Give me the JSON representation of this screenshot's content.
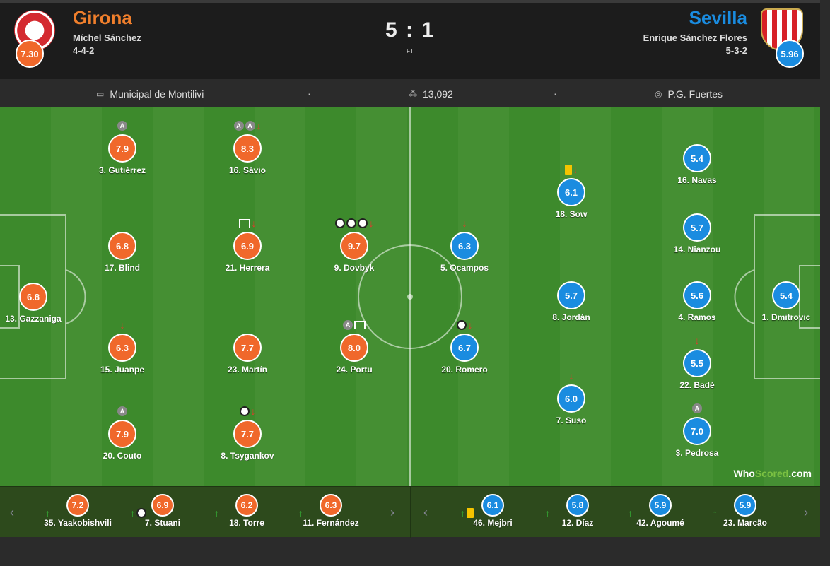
{
  "match": {
    "home": {
      "name": "Girona",
      "coach": "Míchel Sánchez",
      "formation": "4-4-2",
      "rating": "7.30",
      "color": "#f0682b"
    },
    "away": {
      "name": "Sevilla",
      "coach": "Enrique Sánchez Flores",
      "formation": "5-3-2",
      "rating": "5.96",
      "color": "#1a8ce0"
    },
    "score": "5 : 1",
    "status": "FT",
    "venue": "Municipal de Montilivi",
    "attendance": "13,092",
    "referee": "P.G. Fuertes",
    "separator": "·"
  },
  "home_players": [
    {
      "label": "13. Gazzaniga",
      "rating": "6.8",
      "icons": []
    },
    {
      "label": "3. Gutiérrez",
      "rating": "7.9",
      "icons": [
        "assist"
      ]
    },
    {
      "label": "17. Blind",
      "rating": "6.8",
      "icons": []
    },
    {
      "label": "15. Juanpe",
      "rating": "6.3",
      "icons": [
        "sub-off"
      ]
    },
    {
      "label": "20. Couto",
      "rating": "7.9",
      "icons": [
        "assist"
      ]
    },
    {
      "label": "16. Sávio",
      "rating": "8.3",
      "icons": [
        "assist",
        "assist",
        "sub-off"
      ]
    },
    {
      "label": "21. Herrera",
      "rating": "6.9",
      "icons": [
        "post",
        "sub-off"
      ]
    },
    {
      "label": "23. Martín",
      "rating": "7.7",
      "icons": []
    },
    {
      "label": "8. Tsygankov",
      "rating": "7.7",
      "icons": [
        "goal",
        "sub-off"
      ]
    },
    {
      "label": "9. Dovbyk",
      "rating": "9.7",
      "icons": [
        "goal",
        "goal",
        "goal",
        "sub-off"
      ]
    },
    {
      "label": "24. Portu",
      "rating": "8.0",
      "icons": [
        "assist",
        "post"
      ]
    }
  ],
  "away_players": [
    {
      "label": "5. Ocampos",
      "rating": "6.3",
      "icons": [
        "sub-off"
      ]
    },
    {
      "label": "20. Romero",
      "rating": "6.7",
      "icons": [
        "goal",
        "sub-off"
      ]
    },
    {
      "label": "18. Sow",
      "rating": "6.1",
      "icons": [
        "yellow-card",
        "sub-off"
      ]
    },
    {
      "label": "8. Jordán",
      "rating": "5.7",
      "icons": []
    },
    {
      "label": "7. Suso",
      "rating": "6.0",
      "icons": [
        "sub-off"
      ]
    },
    {
      "label": "16. Navas",
      "rating": "5.4",
      "icons": []
    },
    {
      "label": "14. Nianzou",
      "rating": "5.7",
      "icons": []
    },
    {
      "label": "4. Ramos",
      "rating": "5.6",
      "icons": []
    },
    {
      "label": "22. Badé",
      "rating": "5.5",
      "icons": [
        "sub-off"
      ]
    },
    {
      "label": "3. Pedrosa",
      "rating": "7.0",
      "icons": [
        "assist"
      ]
    },
    {
      "label": "1. Dmitrovic",
      "rating": "5.4",
      "icons": []
    }
  ],
  "home_bench": [
    {
      "label": "35. Yaakobishvili",
      "rating": "7.2",
      "icons": [
        "sub-on"
      ]
    },
    {
      "label": "7. Stuani",
      "rating": "6.9",
      "icons": [
        "sub-on",
        "goal"
      ]
    },
    {
      "label": "18. Torre",
      "rating": "6.2",
      "icons": [
        "sub-on"
      ]
    },
    {
      "label": "11. Fernández",
      "rating": "6.3",
      "icons": [
        "sub-on"
      ]
    }
  ],
  "away_bench": [
    {
      "label": "46. Mejbri",
      "rating": "6.1",
      "icons": [
        "sub-on",
        "yellow-card"
      ]
    },
    {
      "label": "12. Díaz",
      "rating": "5.8",
      "icons": [
        "sub-on"
      ]
    },
    {
      "label": "42. Agoumé",
      "rating": "5.9",
      "icons": [
        "sub-on"
      ]
    },
    {
      "label": "23. Marcão",
      "rating": "5.9",
      "icons": [
        "sub-on"
      ]
    }
  ],
  "nav": {
    "prev": "‹",
    "next": "›"
  },
  "watermark": {
    "part1": "Who",
    "part2": "Scored",
    "part3": ".com"
  },
  "icons": {
    "stadium": "stadium-icon",
    "attendance": "crowd-icon",
    "referee": "whistle-icon"
  }
}
